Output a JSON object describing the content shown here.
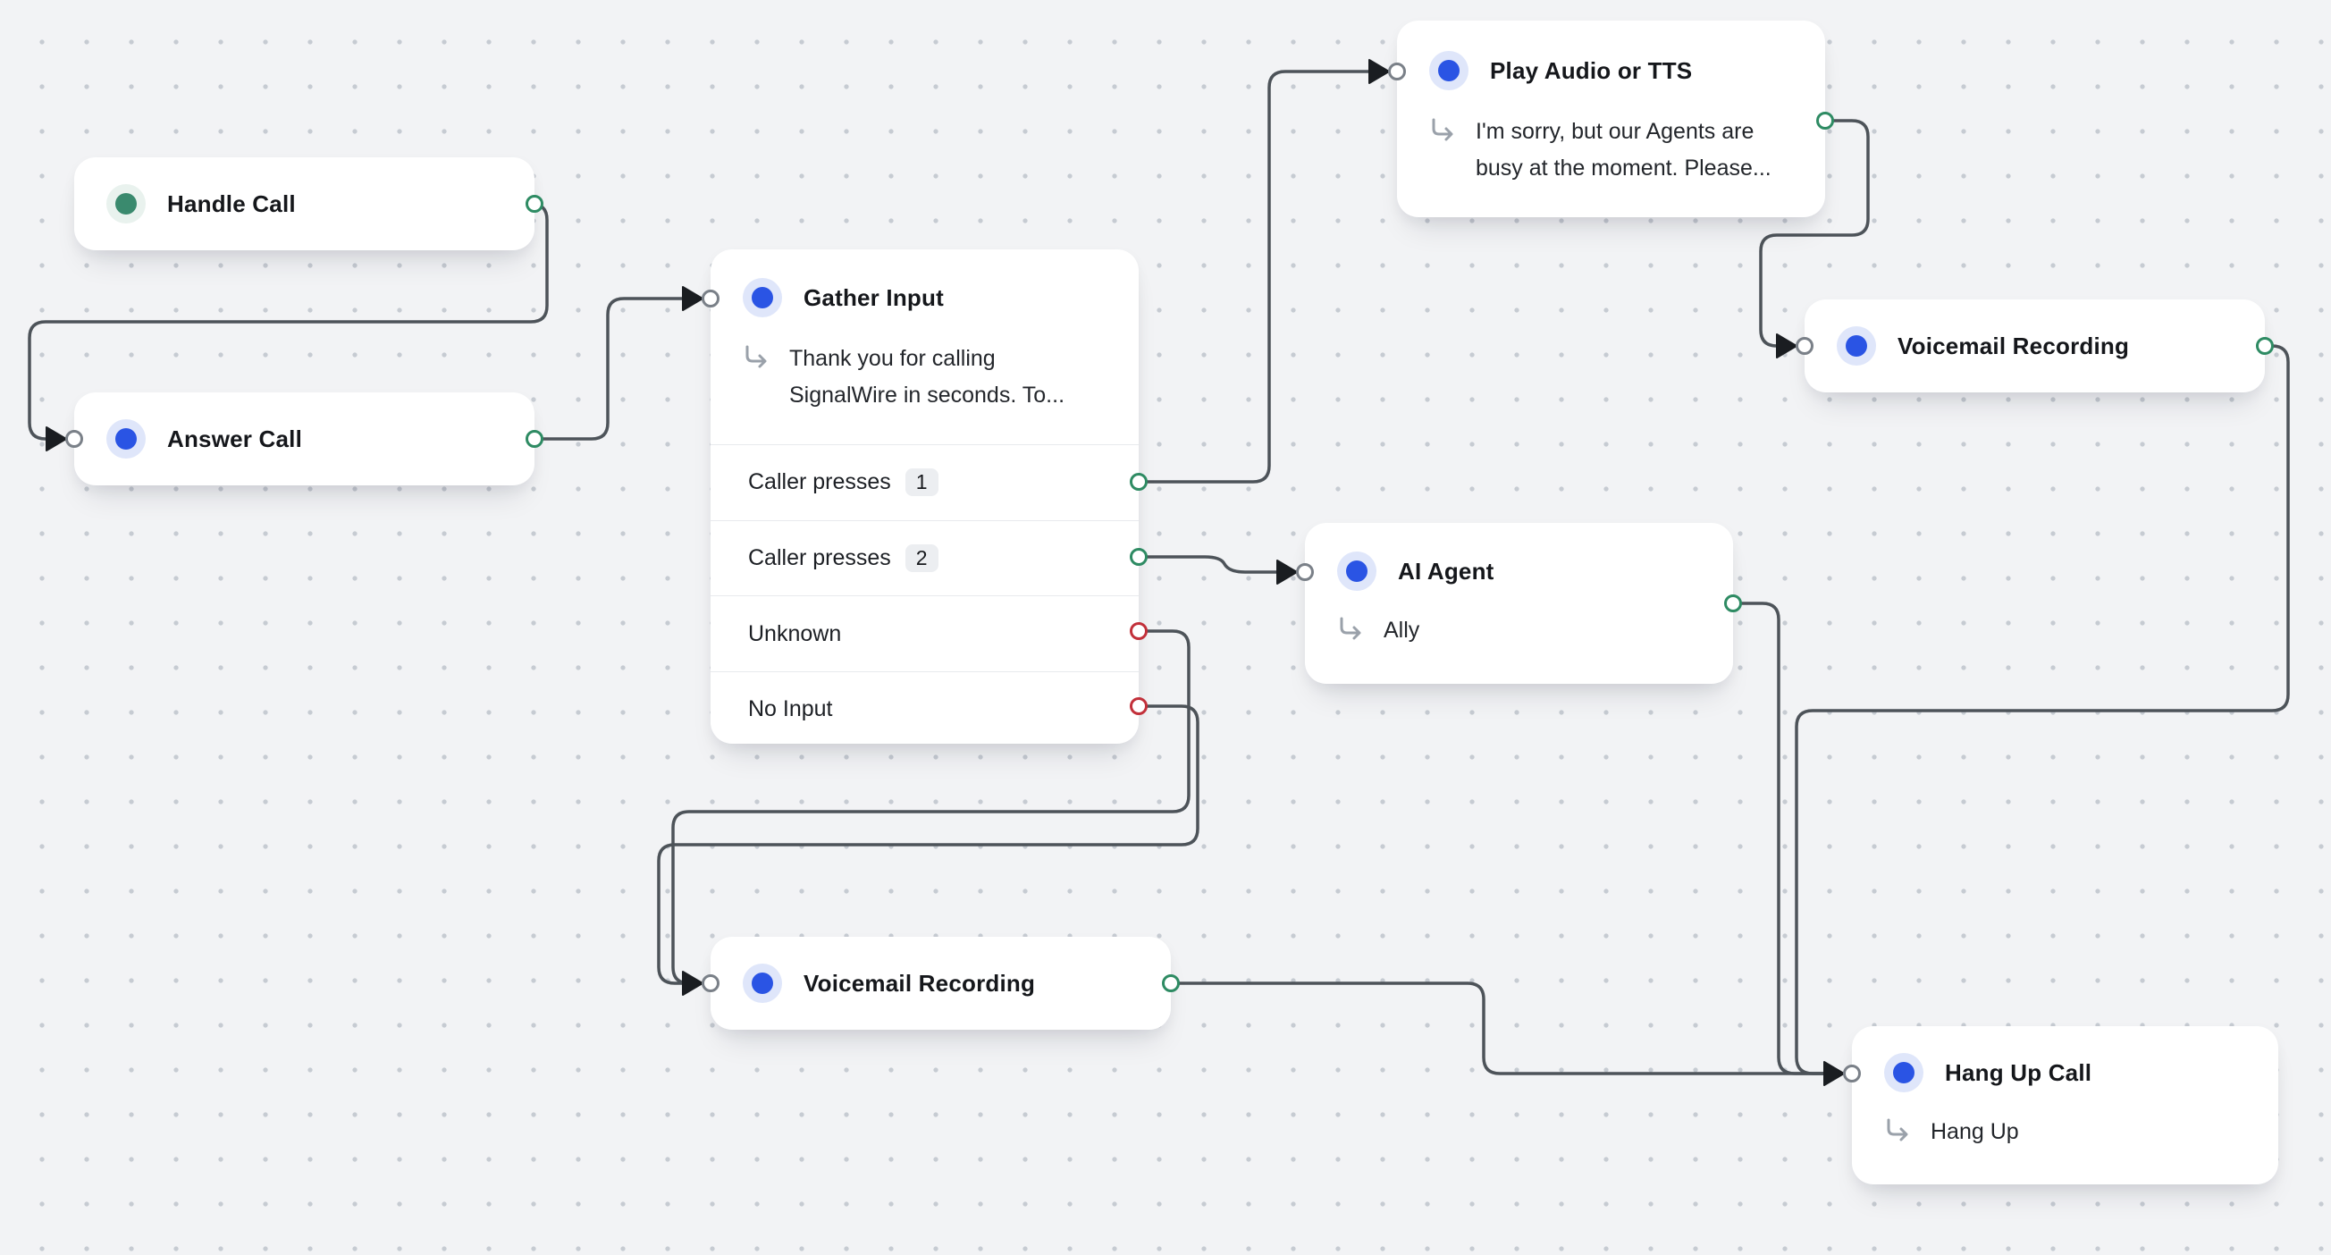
{
  "app": {
    "name": "call-flow-canvas"
  },
  "colors": {
    "canvas_bg": "#f2f3f5",
    "grid_dot": "#c6cbd2",
    "wire": "#4d5359",
    "node_bg": "#ffffff",
    "accent_blue": "#2a54e4",
    "accent_green": "#3a8a6e",
    "port_output_green": "#2e8b63",
    "port_output_red": "#c2303a",
    "port_input_gray": "#7a8088"
  },
  "nodes": [
    {
      "id": "handle-call",
      "title": "Handle Call",
      "icon": "status-dot-green",
      "ports": {
        "out": "green"
      }
    },
    {
      "id": "answer-call",
      "title": "Answer Call",
      "icon": "status-dot-blue",
      "ports": {
        "in": "gray",
        "out": "green"
      }
    },
    {
      "id": "gather-input",
      "title": "Gather Input",
      "icon": "status-dot-blue",
      "subtext": "Thank you for calling SignalWire in seconds. To...",
      "ports": {
        "in": "gray"
      },
      "rows": [
        {
          "label": "Caller presses",
          "badge": "1",
          "port": "green"
        },
        {
          "label": "Caller presses",
          "badge": "2",
          "port": "green"
        },
        {
          "label": "Unknown",
          "port": "red"
        },
        {
          "label": "No Input",
          "port": "red"
        }
      ]
    },
    {
      "id": "play-audio-or-tts",
      "title": "Play Audio or TTS",
      "icon": "status-dot-blue",
      "subtext": "I'm sorry, but our Agents are busy at the moment. Please...",
      "ports": {
        "in": "gray",
        "out": "green"
      }
    },
    {
      "id": "voicemail-recording-right",
      "title": "Voicemail Recording",
      "icon": "status-dot-blue",
      "ports": {
        "in": "gray",
        "out": "green"
      }
    },
    {
      "id": "ai-agent",
      "title": "AI Agent",
      "icon": "status-dot-blue",
      "subtext": "Ally",
      "ports": {
        "in": "gray",
        "out": "green"
      }
    },
    {
      "id": "voicemail-recording-bottom",
      "title": "Voicemail Recording",
      "icon": "status-dot-blue",
      "ports": {
        "in": "gray",
        "out": "green"
      }
    },
    {
      "id": "hang-up-call",
      "title": "Hang Up Call",
      "icon": "status-dot-blue",
      "subtext": "Hang Up",
      "ports": {
        "in": "gray"
      }
    }
  ],
  "edges": [
    {
      "from": "handle-call.out",
      "to": "answer-call.in"
    },
    {
      "from": "answer-call.out",
      "to": "gather-input.in"
    },
    {
      "from": "gather-input.caller-presses-1",
      "to": "play-audio-or-tts.in"
    },
    {
      "from": "gather-input.caller-presses-2",
      "to": "ai-agent.in"
    },
    {
      "from": "gather-input.unknown",
      "to": "voicemail-recording-bottom.in"
    },
    {
      "from": "gather-input.no-input",
      "to": "voicemail-recording-bottom.in"
    },
    {
      "from": "play-audio-or-tts.out",
      "to": "voicemail-recording-right.in"
    },
    {
      "from": "voicemail-recording-right.out",
      "to": "hang-up-call.in"
    },
    {
      "from": "ai-agent.out",
      "to": "hang-up-call.in"
    },
    {
      "from": "voicemail-recording-bottom.out",
      "to": "hang-up-call.in"
    }
  ]
}
